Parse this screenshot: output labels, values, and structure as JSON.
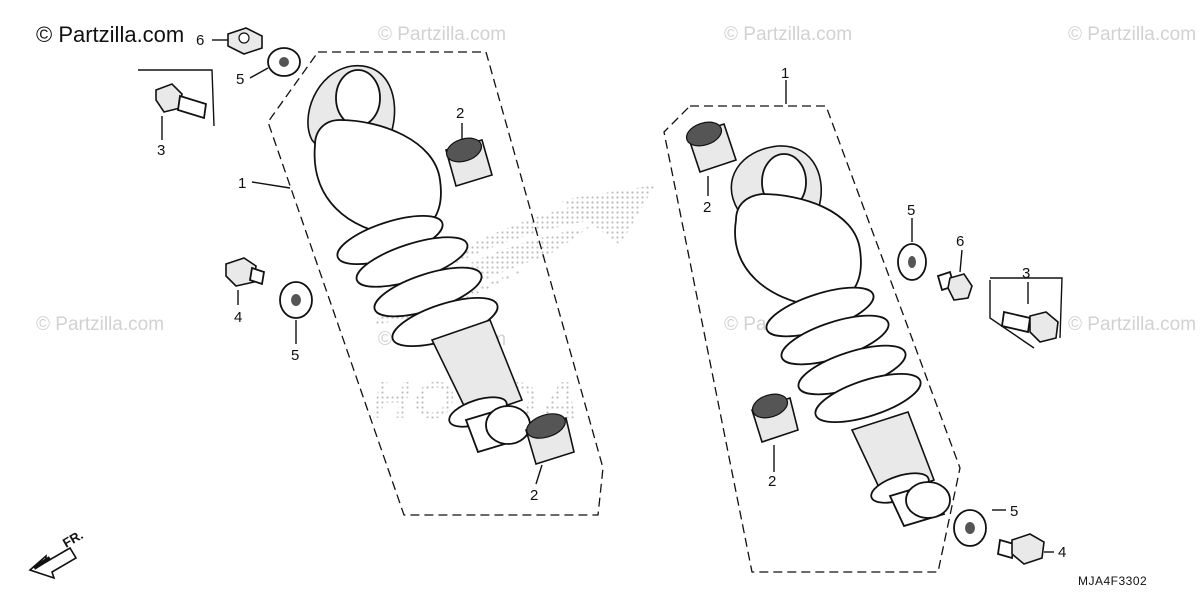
{
  "brand": "© Partzilla.com",
  "watermark_text": "© Partzilla.com",
  "logo_text": "HONDA",
  "diagram_code": "MJA4F3302",
  "front_arrow": "FR.",
  "callouts": {
    "left_shock": "1",
    "right_shock": "1",
    "bush_left_top": "2",
    "bush_left_bottom": "2",
    "bush_right_top": "2",
    "bush_right_bottom": "2",
    "bolt_left_top": "3",
    "bolt_right_top": "3",
    "bolt_left_bottom": "4",
    "bolt_right_bottom": "4",
    "washer_left_top": "5",
    "washer_left_bottom": "5",
    "washer_right_top": "5",
    "washer_right_bottom": "5",
    "nut_left": "6",
    "nut_right": "6"
  },
  "colors": {
    "line": "#111111",
    "watermark": "#d2d2d2",
    "logo": "#cfcfcf"
  }
}
